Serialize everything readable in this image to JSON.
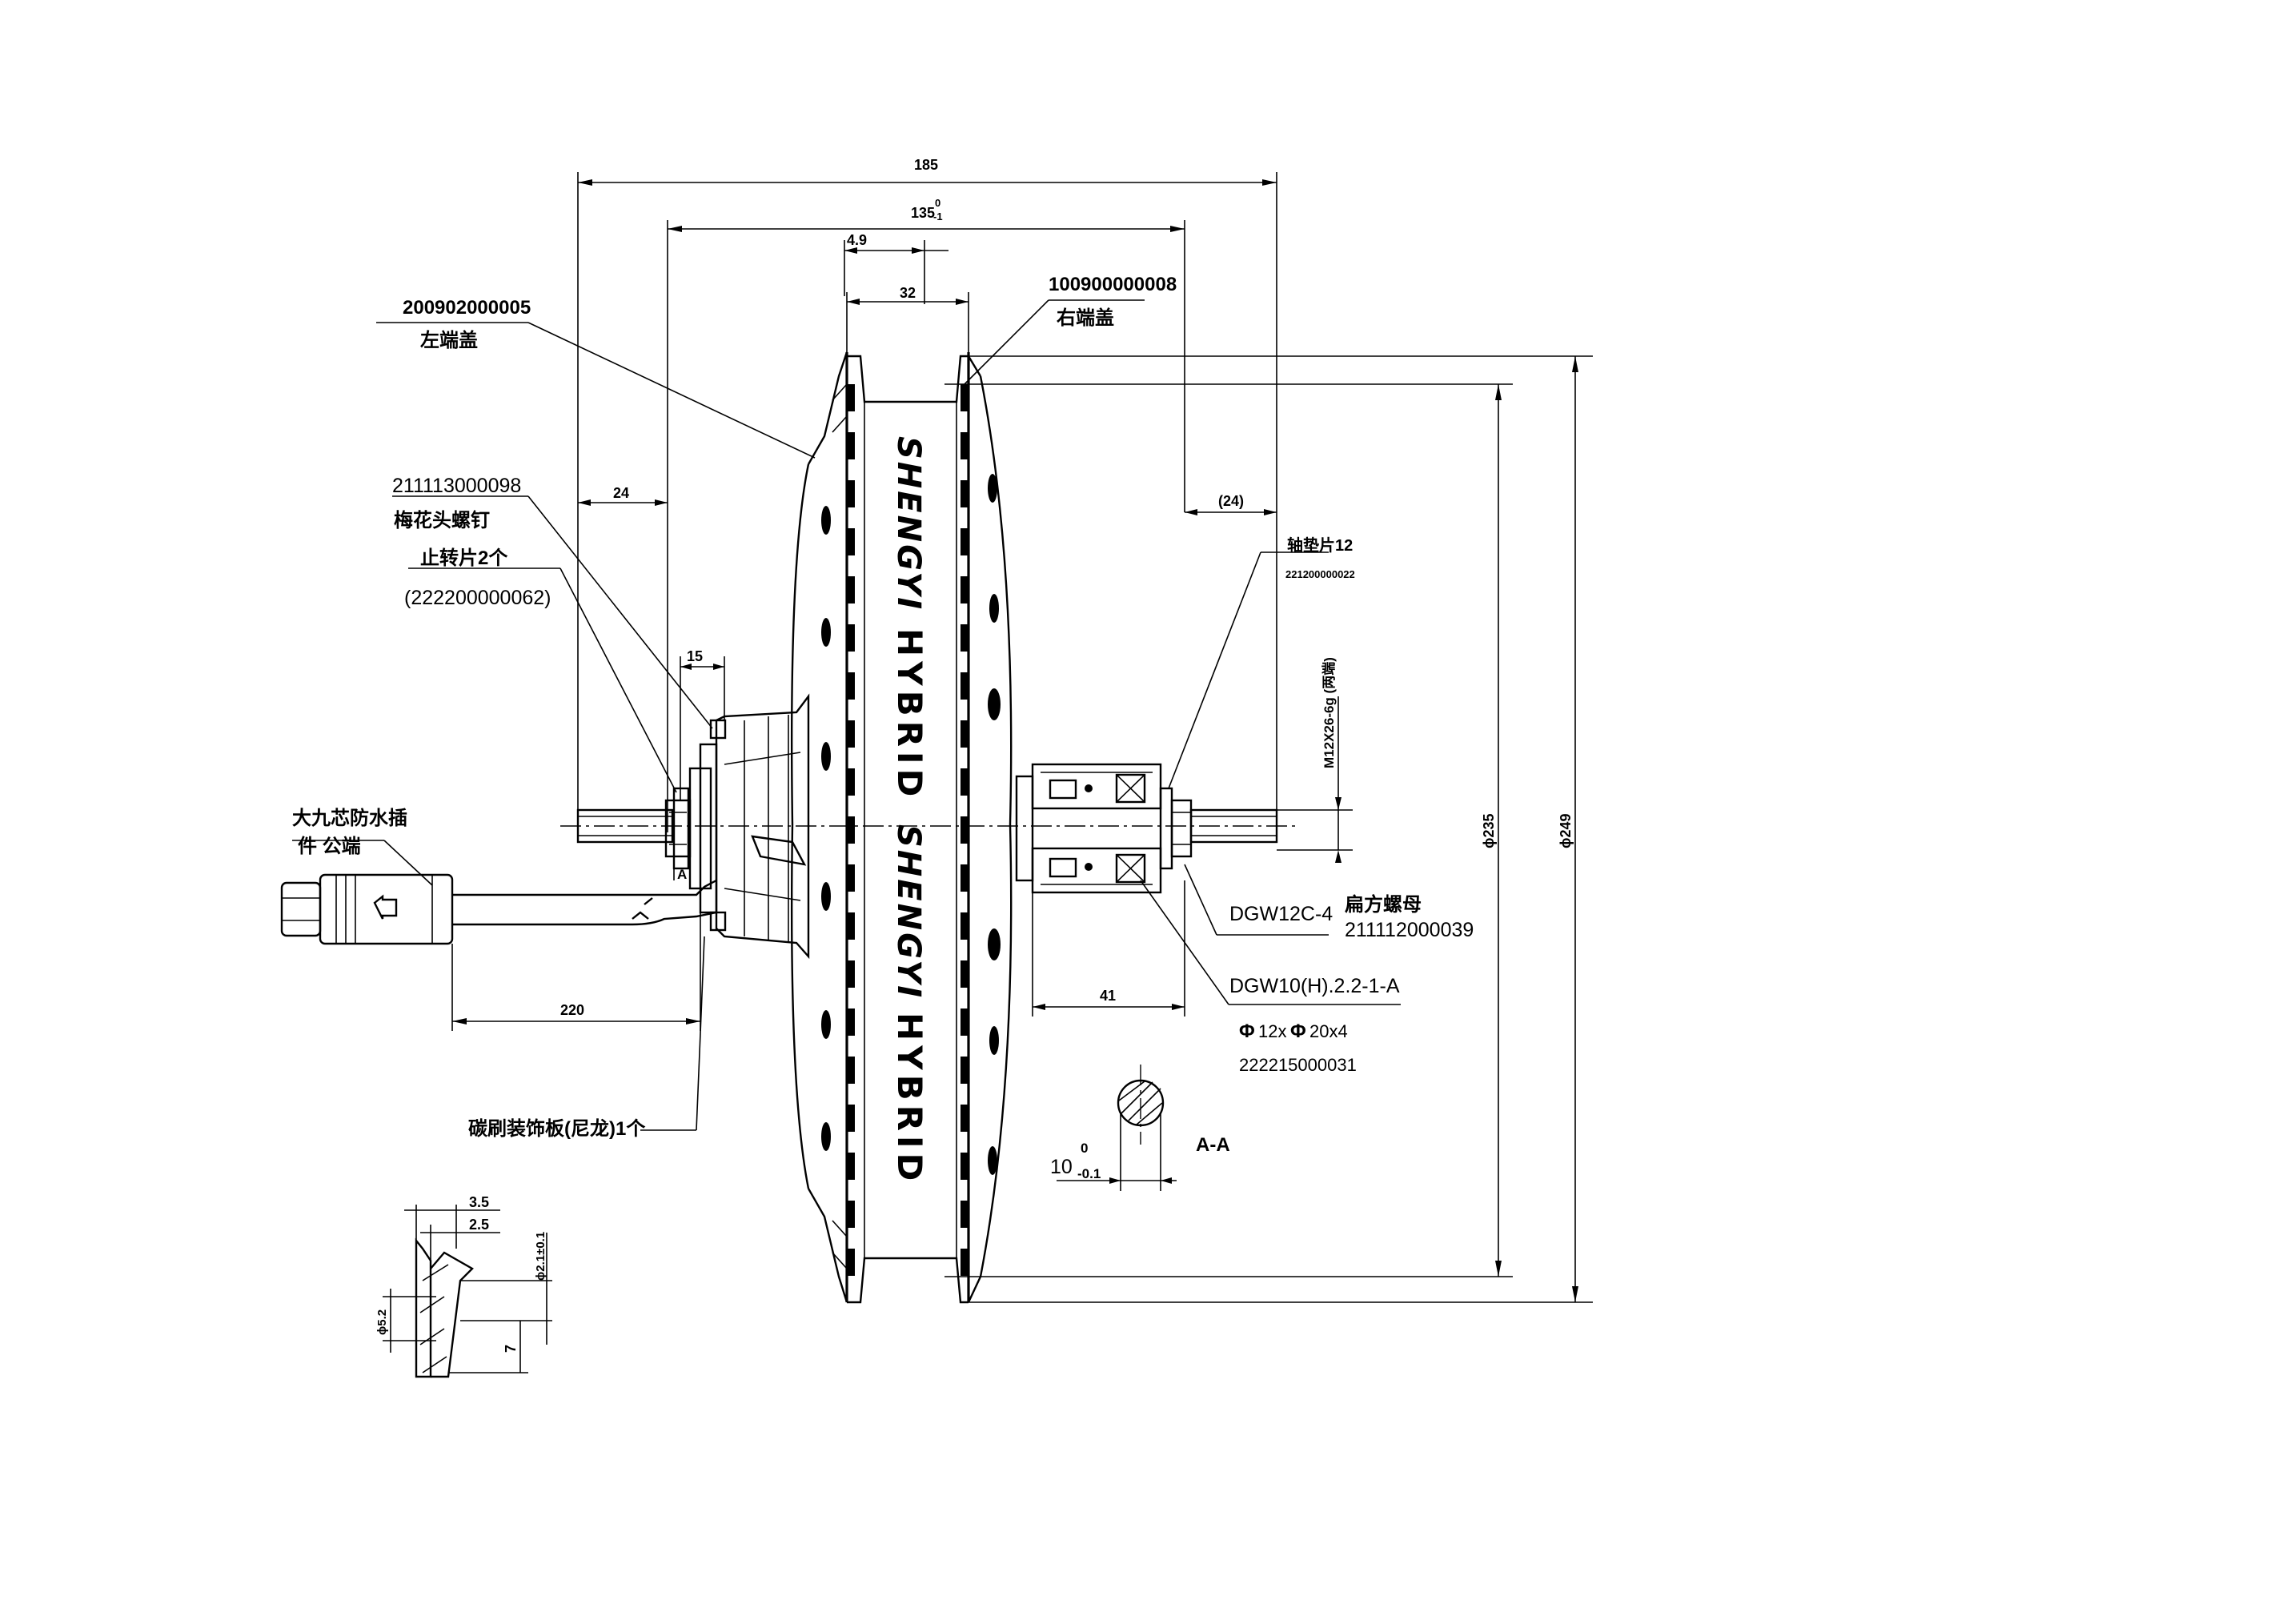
{
  "dimensions": {
    "overall_width": "185",
    "hub_width": "135",
    "hub_width_tol_upper": "0",
    "hub_width_tol_lower": "-1",
    "offset": "4.9",
    "rim_width": "32",
    "left_axle": "24",
    "right_axle": "(24)",
    "flange": "15",
    "cable_length": "220",
    "right_axle_body": "41",
    "dia_outer": "ϕ249",
    "dia_inner": "ϕ235",
    "thread": "M12X26-6g (两端)",
    "detail_3_5": "3.5",
    "detail_2_5": "2.5",
    "detail_dia": "ϕ5.2",
    "detail_7": "7",
    "detail_side": "ϕ2.1±0.1",
    "section_base": "10",
    "section_tol_upper": "0",
    "section_tol_lower": "-0.1",
    "section_label": "A-A",
    "section_marker": "A"
  },
  "labels": {
    "left_cover_code": "200902000005",
    "left_cover_name": "左端盖",
    "right_cover_code": "100900000008",
    "right_cover_name": "右端盖",
    "screw_code": "211113000098",
    "screw_name": "梅花头螺钉",
    "stop_name": "止转片2个",
    "stop_code": "(222200000062)",
    "connector_line1": "大九芯防水插",
    "connector_line2": "件 公端",
    "washer_name": "轴垫片12",
    "washer_code": "221200000022",
    "nut_model": "DGW12C-4",
    "nut_name": "扁方螺母",
    "nut_code": "211112000039",
    "bearing_model": "DGW10(H).2.2-1-A",
    "spec_phi1": "Φ",
    "spec_12": "12x",
    "spec_phi2": "Φ",
    "spec_20": "20x4",
    "spec_code": "222215000031",
    "plate_name": "碳刷装饰板(尼龙)1个"
  },
  "brand": {
    "logo_text": "SHENGYI",
    "model_text": "HYBRID"
  }
}
